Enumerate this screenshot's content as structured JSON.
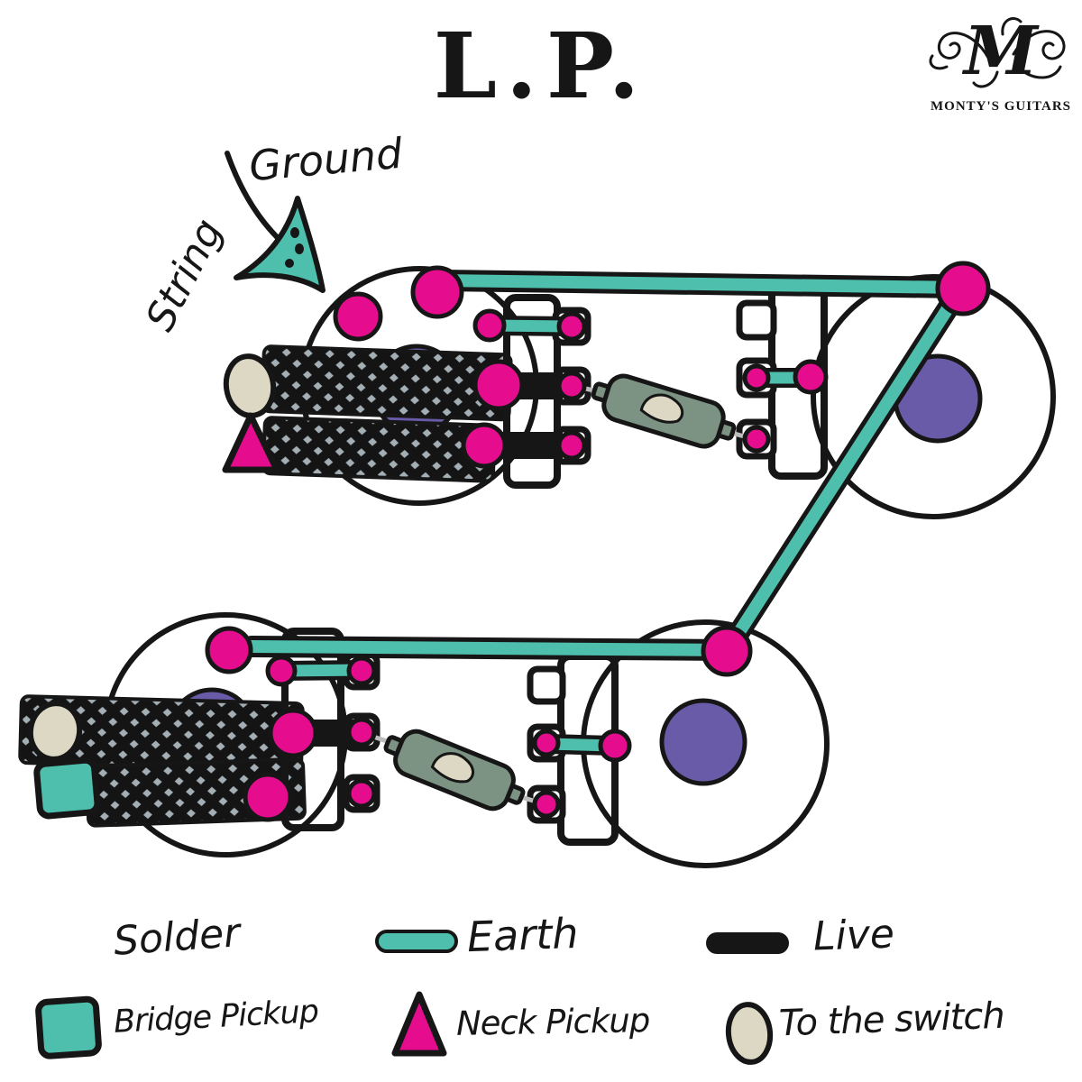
{
  "title": {
    "text": "L.P."
  },
  "logo": {
    "monogram": "M",
    "name": "MONTY'S GUITARS"
  },
  "annotations": {
    "string": "String",
    "ground": "Ground"
  },
  "legend": {
    "solder": "Solder",
    "earth": "Earth",
    "live": "Live",
    "bridge": "Bridge Pickup",
    "neck": "Neck Pickup",
    "switch": "To the switch"
  },
  "colors": {
    "ink": "#161616",
    "pink": "#E50D8E",
    "teal": "#4FBFAD",
    "purple": "#6A5BA8",
    "cream": "#DDD8C4",
    "sage": "#7C9384",
    "lead": "#BDBDBD",
    "braid-metal": "#A3AFB5",
    "paper": "#FFFFFF"
  }
}
